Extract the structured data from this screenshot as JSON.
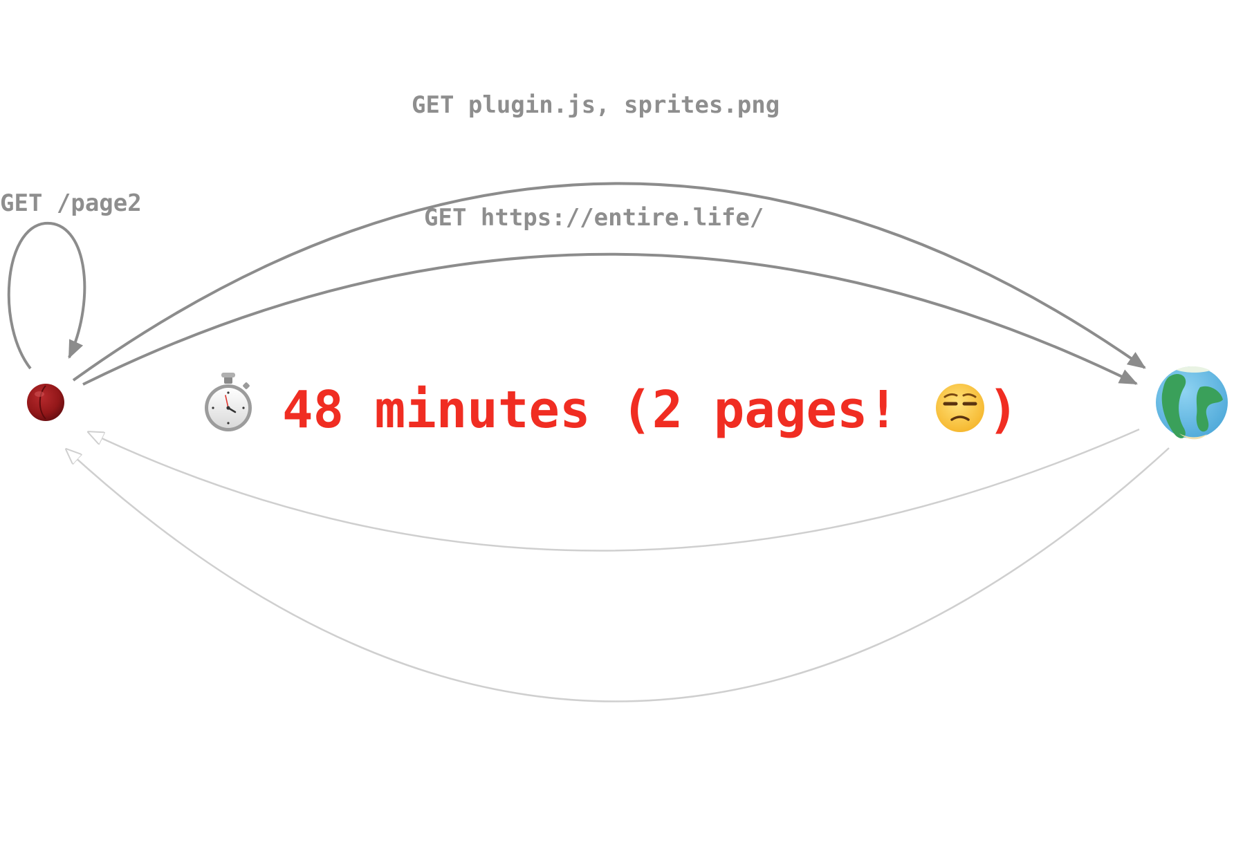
{
  "edges": {
    "self_loop": {
      "label": "GET /page2"
    },
    "assets_request": {
      "label": "GET plugin.js, sprites.png"
    },
    "page_request": {
      "label": "GET https://entire.life/"
    },
    "page_response": {},
    "assets_response": {}
  },
  "nodes": {
    "client": {
      "icon": "red-ball-icon"
    },
    "server": {
      "icon": "globe-icon"
    }
  },
  "headline": {
    "icon": "stopwatch-icon",
    "text": "48 minutes (2 pages! ",
    "emoji": "unamused-face-icon",
    "close": ")"
  },
  "colors": {
    "request_edge": "#8c8c8c",
    "response_edge": "#cfcfcf",
    "label": "#8e8e8e",
    "headline": "#f02d22",
    "client_node": "#9b1c1f"
  }
}
